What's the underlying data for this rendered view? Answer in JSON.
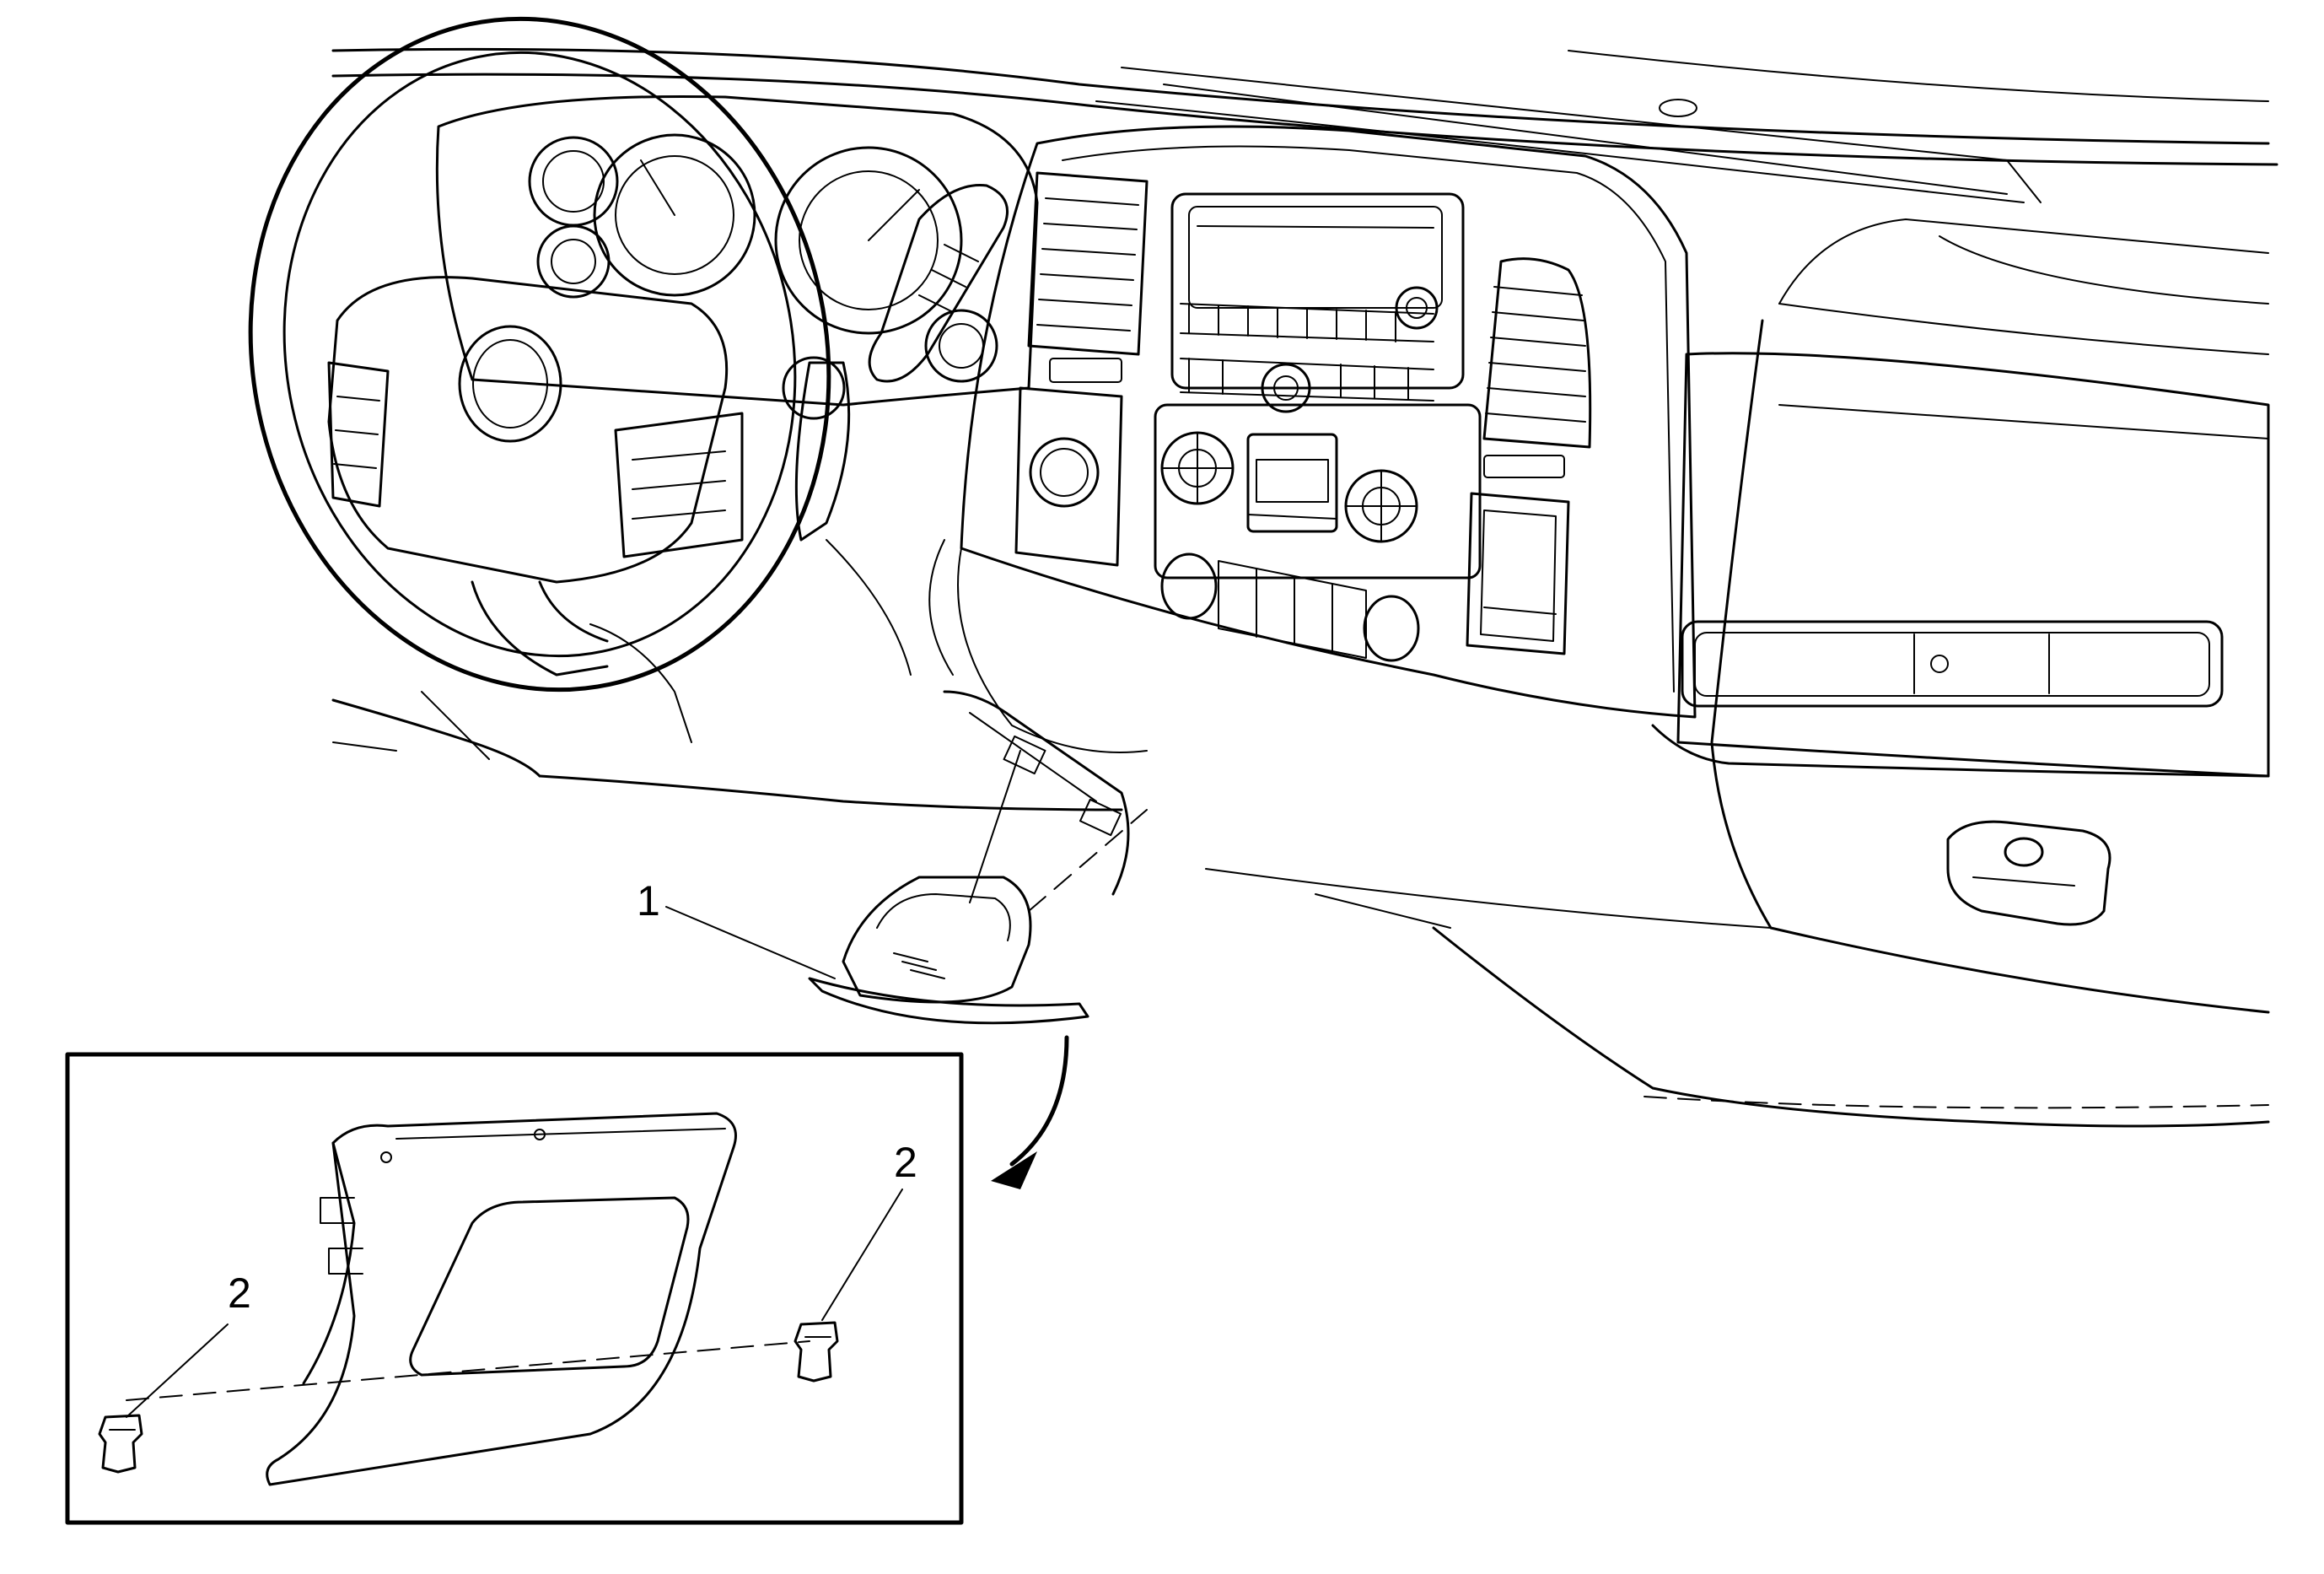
{
  "callouts": {
    "knee_bolster": "1",
    "retainer_left": "2",
    "retainer_right": "2"
  }
}
